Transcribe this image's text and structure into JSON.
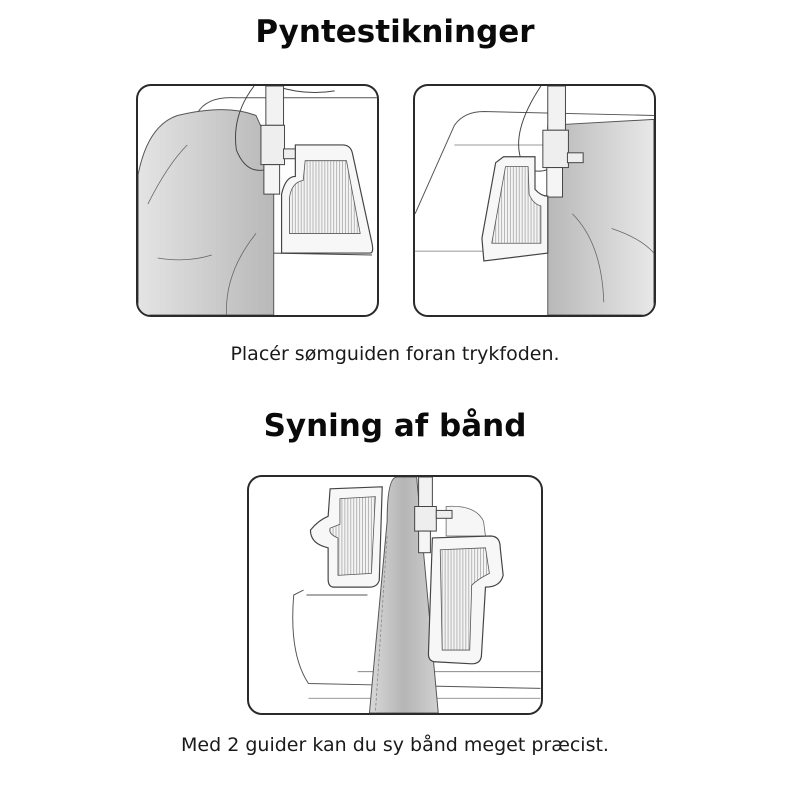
{
  "section1": {
    "title": "Pyntestikninger",
    "caption": "Placér sømguiden foran trykfoden.",
    "illustrations": [
      {
        "name": "seam-guide-right-of-presser-foot",
        "alt": "Sømguide placeret til højre for trykfoden"
      },
      {
        "name": "seam-guide-left-of-presser-foot",
        "alt": "Sømguide placeret til venstre for trykfoden"
      }
    ]
  },
  "section2": {
    "title": "Syning af bånd",
    "caption": "Med 2 guider kan du sy bånd meget præcist.",
    "illustrations": [
      {
        "name": "two-seam-guides-with-ribbon",
        "alt": "To sømguider på hver side af et bånd"
      }
    ]
  },
  "colors": {
    "frame_border": "#2a2a2a",
    "line_art": "#3a3a3a",
    "fabric_shade": "#c9c9c9",
    "background": "#ffffff"
  }
}
